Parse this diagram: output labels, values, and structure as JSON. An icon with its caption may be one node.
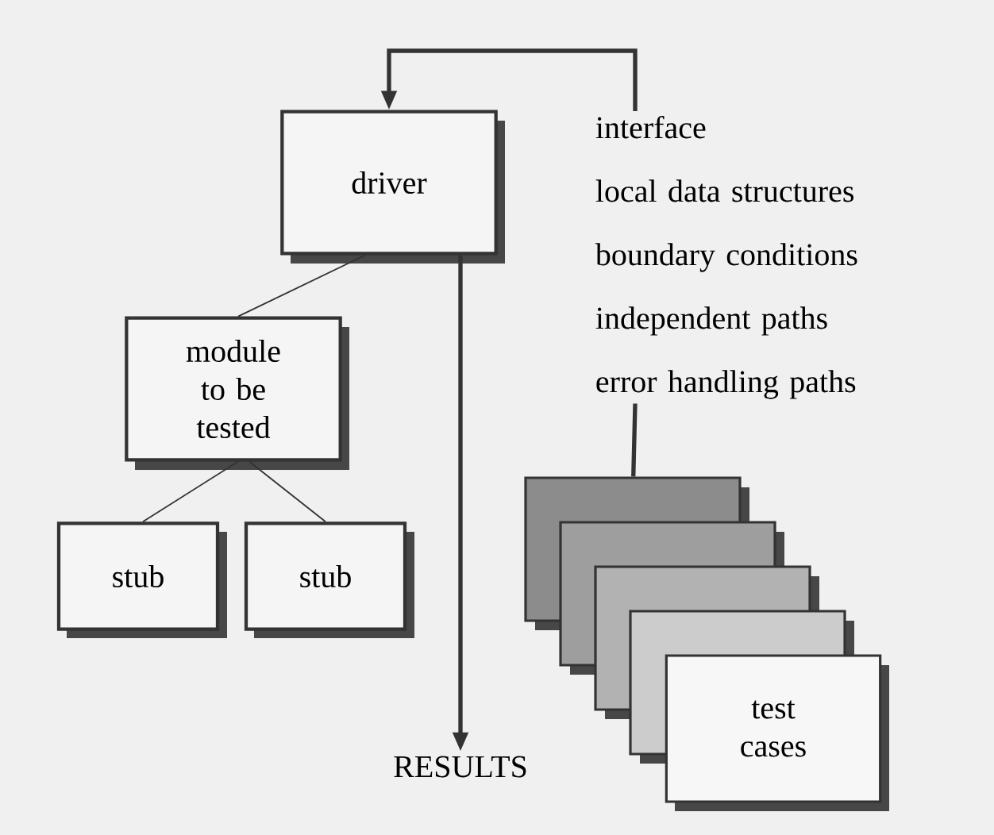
{
  "diagram": {
    "nodes": [
      {
        "text": [
          "driver"
        ]
      },
      {
        "text": [
          "module to be tested"
        ]
      },
      {
        "text": [
          "stub"
        ]
      },
      {
        "text": [
          "stub"
        ]
      },
      {
        "text": [
          "test cases"
        ]
      },
      {
        "text": [
          "interface",
          "local data structures",
          "boundary conditions",
          "independent paths",
          "error handling paths"
        ]
      },
      {
        "text": [
          "RESULTS"
        ]
      }
    ],
    "edges": [
      {
        "from": 4,
        "to": 5,
        "arrow": "none",
        "style": "thick"
      },
      {
        "from": 5,
        "to": 0,
        "arrow": "to",
        "style": "thick"
      },
      {
        "from": 0,
        "to": 6,
        "arrow": "to",
        "style": "thick"
      },
      {
        "from": 0,
        "to": 1,
        "arrow": "none"
      },
      {
        "from": 1,
        "to": 2,
        "arrow": "none"
      },
      {
        "from": 1,
        "to": 3,
        "arrow": "none"
      }
    ]
  }
}
